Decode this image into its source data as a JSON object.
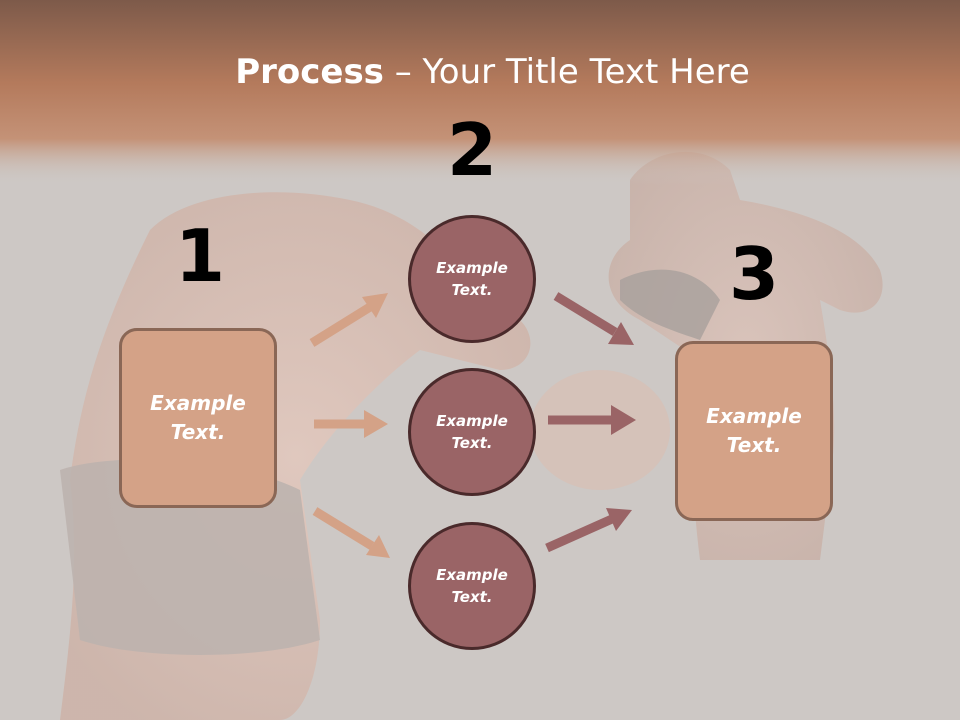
{
  "slide": {
    "title_bold": "Process",
    "title_rest": " – Your Title Text Here"
  },
  "steps": {
    "step1": "1",
    "step2": "2",
    "step3": "3"
  },
  "boxes": {
    "left": "Example Text.",
    "right": "Example Text."
  },
  "circles": {
    "top": "Example Text.",
    "middle": "Example Text.",
    "bottom": "Example Text."
  },
  "colors": {
    "box_fill": "#d4a287",
    "box_border": "#8a6756",
    "circle_fill": "#9a6466",
    "circle_border": "#4a2a2b",
    "arrow_light": "#d4a287",
    "arrow_dark": "#9a6466",
    "header_band": "#b97e62",
    "background": "#cdc8c5"
  }
}
